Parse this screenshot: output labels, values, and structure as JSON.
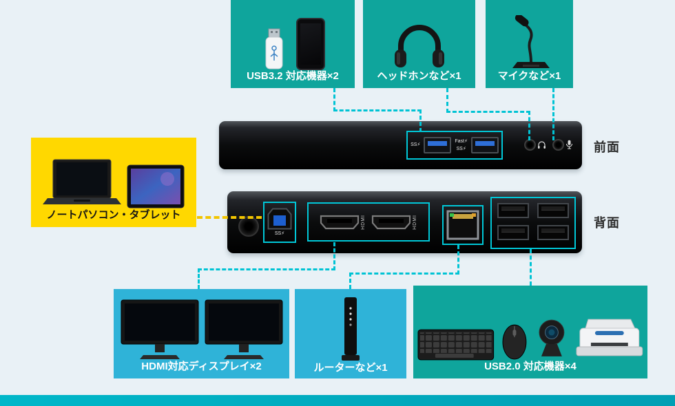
{
  "page": {
    "background": "#e9f1f6",
    "bottom_bar_color": "#00aec1"
  },
  "colors": {
    "teal": "#0fa59c",
    "cyan": "#2fb3d8",
    "yellow": "#ffd800",
    "dash_teal": "#00c3d4",
    "dash_yellow": "#f2c500",
    "port_outline": "#00c8d8"
  },
  "callouts": {
    "usb32": {
      "label": "USB3.2 対応機器×2"
    },
    "headphones": {
      "label": "ヘッドホンなど×1"
    },
    "mic": {
      "label": "マイクなど×1"
    },
    "laptop": {
      "label": "ノートパソコン・タブレット"
    },
    "hdmi": {
      "label": "HDMI対応ディスプレイ×2"
    },
    "router": {
      "label": "ルーターなど×1"
    },
    "usb20": {
      "label": "USB2.0 対応機器×4"
    }
  },
  "device": {
    "front_label": "前面",
    "back_label": "背面",
    "front_ports": {
      "ss1": "SS⚡",
      "fast": "Fast⚡",
      "ss2": "SS⚡"
    },
    "back_ports": {
      "usb_b_label": "SS⚡",
      "hdmi1": "HDMI",
      "hdmi2": "HDMI"
    }
  }
}
